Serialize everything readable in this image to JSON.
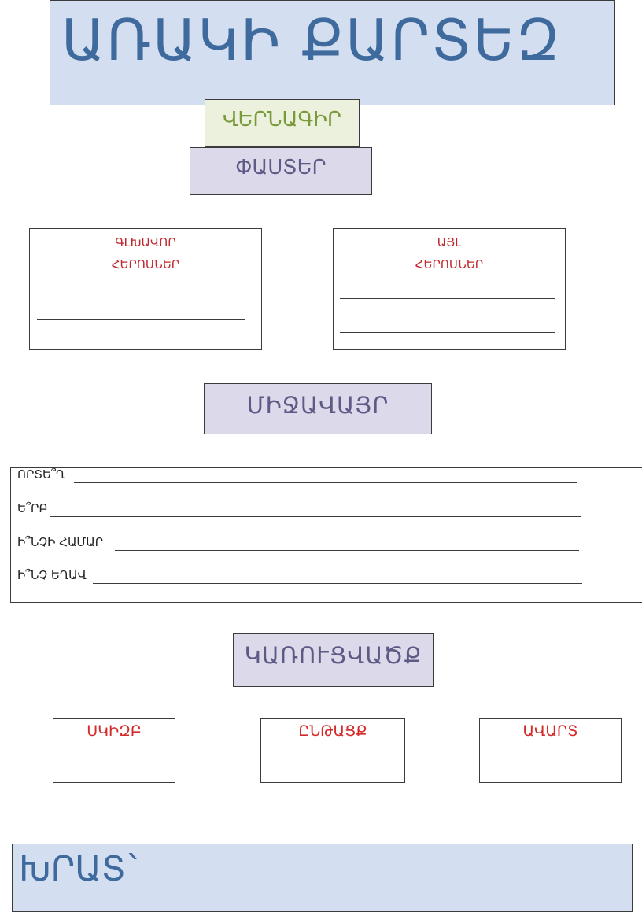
{
  "title": "ԱՌԱԿԻ  ՔԱՐՏԵԶ",
  "subtitle": "ՎԵՐՆԱԳԻՐ",
  "facts": "ՓԱՍՏԵՐ",
  "main_heroes": {
    "line1": "ԳԼԽԱՎՈՐ",
    "line2": "ՀԵՐՈՍՆԵՐ"
  },
  "other_heroes": {
    "line1": "ԱՅԼ",
    "line2": "ՀԵՐՈՍՆԵՐ"
  },
  "setting": "ՄԻՋԱՎԱՅՐ",
  "questions": [
    "ՈՐՏԵ՞Ղ",
    "Ե՞ՐԲ",
    "Ի՞ՆՉԻ ՀԱՄԱՐ",
    "Ի՞ՆՉ ԵՂԱՎ"
  ],
  "structure": "ԿԱՌՈՒՑՎԱԾՔ",
  "parts": [
    "ՍԿԻԶԲ",
    "ԸՆԹԱՑՔ",
    "ԱՎԱՐՏ"
  ],
  "moral": "ԽՐԱՏ`"
}
